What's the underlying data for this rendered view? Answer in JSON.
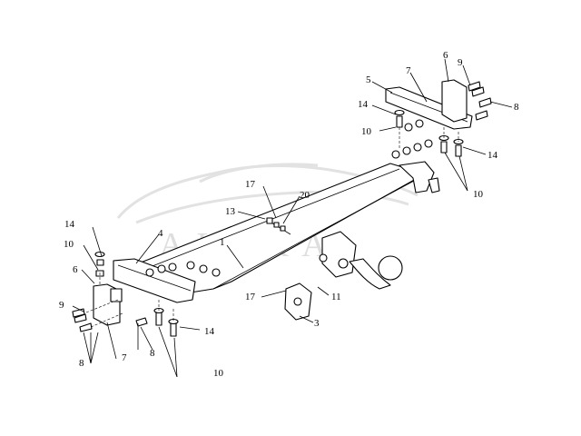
{
  "watermark": {
    "text": "ALEKA",
    "color": "#dedede"
  },
  "labels": [
    {
      "id": "l-1",
      "text": "1"
    },
    {
      "id": "l-3",
      "text": "3"
    },
    {
      "id": "l-4",
      "text": "4"
    },
    {
      "id": "l-5",
      "text": "5"
    },
    {
      "id": "l-6-right",
      "text": "6"
    },
    {
      "id": "l-6-left",
      "text": "6"
    },
    {
      "id": "l-7-right",
      "text": "7"
    },
    {
      "id": "l-7-left",
      "text": "7"
    },
    {
      "id": "l-8-right",
      "text": "8"
    },
    {
      "id": "l-8-left-a",
      "text": "8"
    },
    {
      "id": "l-8-left-b",
      "text": "8"
    },
    {
      "id": "l-9-right",
      "text": "9"
    },
    {
      "id": "l-9-left",
      "text": "9"
    },
    {
      "id": "l-10-right-a",
      "text": "10"
    },
    {
      "id": "l-10-right-b",
      "text": "10"
    },
    {
      "id": "l-10-left-a",
      "text": "10"
    },
    {
      "id": "l-10-left-b",
      "text": "10"
    },
    {
      "id": "l-11",
      "text": "11"
    },
    {
      "id": "l-13",
      "text": "13"
    },
    {
      "id": "l-14-right-a",
      "text": "14"
    },
    {
      "id": "l-14-right-b",
      "text": "14"
    },
    {
      "id": "l-14-left-a",
      "text": "14"
    },
    {
      "id": "l-14-left-b",
      "text": "14"
    },
    {
      "id": "l-17-top",
      "text": "17"
    },
    {
      "id": "l-17-bottom",
      "text": "17"
    },
    {
      "id": "l-20",
      "text": "20"
    }
  ]
}
